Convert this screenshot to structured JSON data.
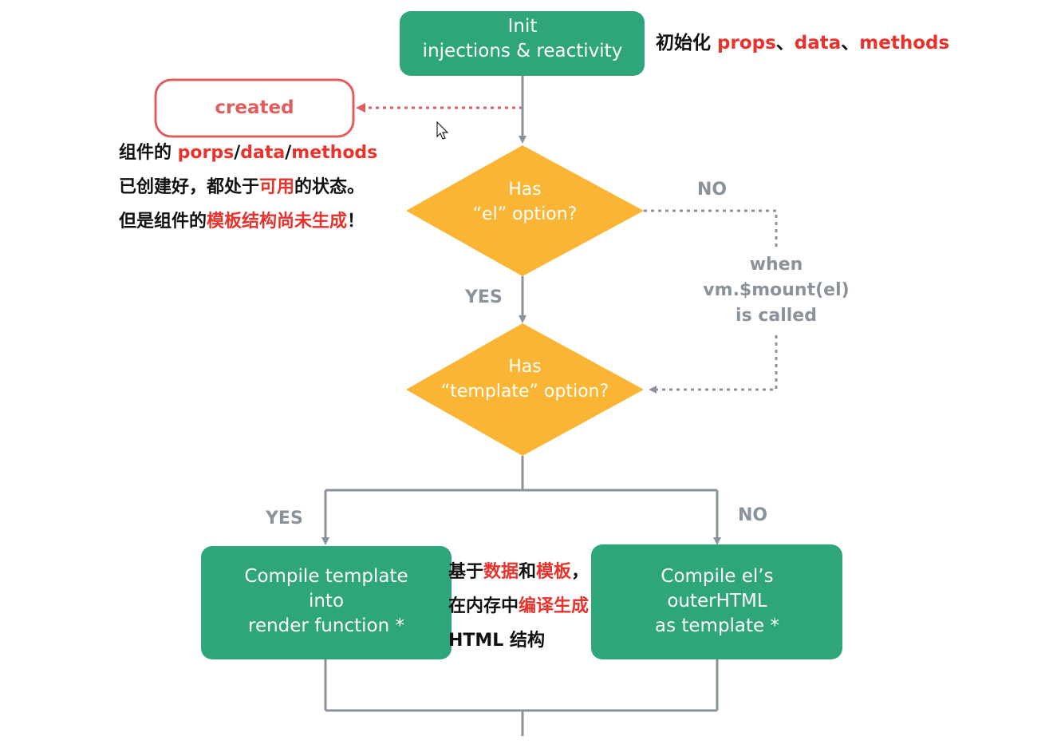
{
  "colors": {
    "green": "#2fa57a",
    "orange": "#fbb534",
    "created_red": "#e05d5d",
    "line_gray": "#8a939c",
    "annotation_red": "#e8322b"
  },
  "nodes": {
    "init": {
      "lines": [
        "Init",
        "injections & reactivity"
      ]
    },
    "created": {
      "label": "created"
    },
    "has_el": {
      "lines": [
        "Has",
        "“el” option?"
      ]
    },
    "has_template": {
      "lines": [
        "Has",
        "“template” option?"
      ]
    },
    "compile_template": {
      "lines": [
        "Compile template",
        "into",
        "render function *"
      ]
    },
    "compile_el": {
      "lines": [
        "Compile el’s",
        "outerHTML",
        "as template *"
      ]
    }
  },
  "edge_labels": {
    "no_el": "NO",
    "yes_el": "YES",
    "when_mount": [
      "when",
      "vm.$mount(el)",
      "is called"
    ],
    "yes_template": "YES",
    "no_template": "NO"
  },
  "annotations": {
    "init_note": {
      "prefix": "初始化 ",
      "props": "props",
      "sep1": "、",
      "data": "data",
      "sep2": "、",
      "methods": "methods"
    },
    "created_note": {
      "line1": {
        "prefix": "组件的 ",
        "porps": "porps",
        "slash1": "/",
        "data": "data",
        "slash2": "/",
        "methods": "methods"
      },
      "line2": {
        "prefix": "已创建好，都处于",
        "highlight": "可用",
        "suffix": "的状态。"
      },
      "line3": {
        "prefix": "但是组件的",
        "highlight": "模板结构尚未生成",
        "suffix": "！"
      }
    },
    "compile_note": {
      "line1": {
        "prefix": "基于",
        "hl1": "数据",
        "mid": "和",
        "hl2": "模板",
        "suffix": "，"
      },
      "line2": {
        "prefix": "在内存中",
        "highlight": "编译生成"
      },
      "line3": {
        "text": "HTML 结构"
      }
    }
  }
}
